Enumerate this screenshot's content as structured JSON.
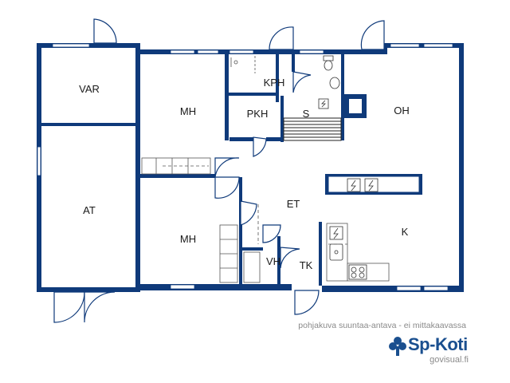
{
  "rooms": {
    "var": "VAR",
    "at": "AT",
    "mh1": "MH",
    "mh2": "MH",
    "kph": "KPH",
    "pkh": "PKH",
    "s": "S",
    "oh": "OH",
    "et": "ET",
    "k": "K",
    "vh": "VH",
    "tk": "TK"
  },
  "caption": "pohjakuva suuntaa-antava - ei mittakaavassa",
  "brand": {
    "name": "Sp-Koti",
    "website": "govisual.fi"
  },
  "icons": [
    "electric-panel-icon",
    "stove-icon",
    "toilet-icon",
    "sink-icon",
    "fireplace-icon",
    "shower-icon"
  ],
  "colors": {
    "wall": "#0f3a7a",
    "brand": "#1a4f8f",
    "caption": "#8a8a8a"
  }
}
